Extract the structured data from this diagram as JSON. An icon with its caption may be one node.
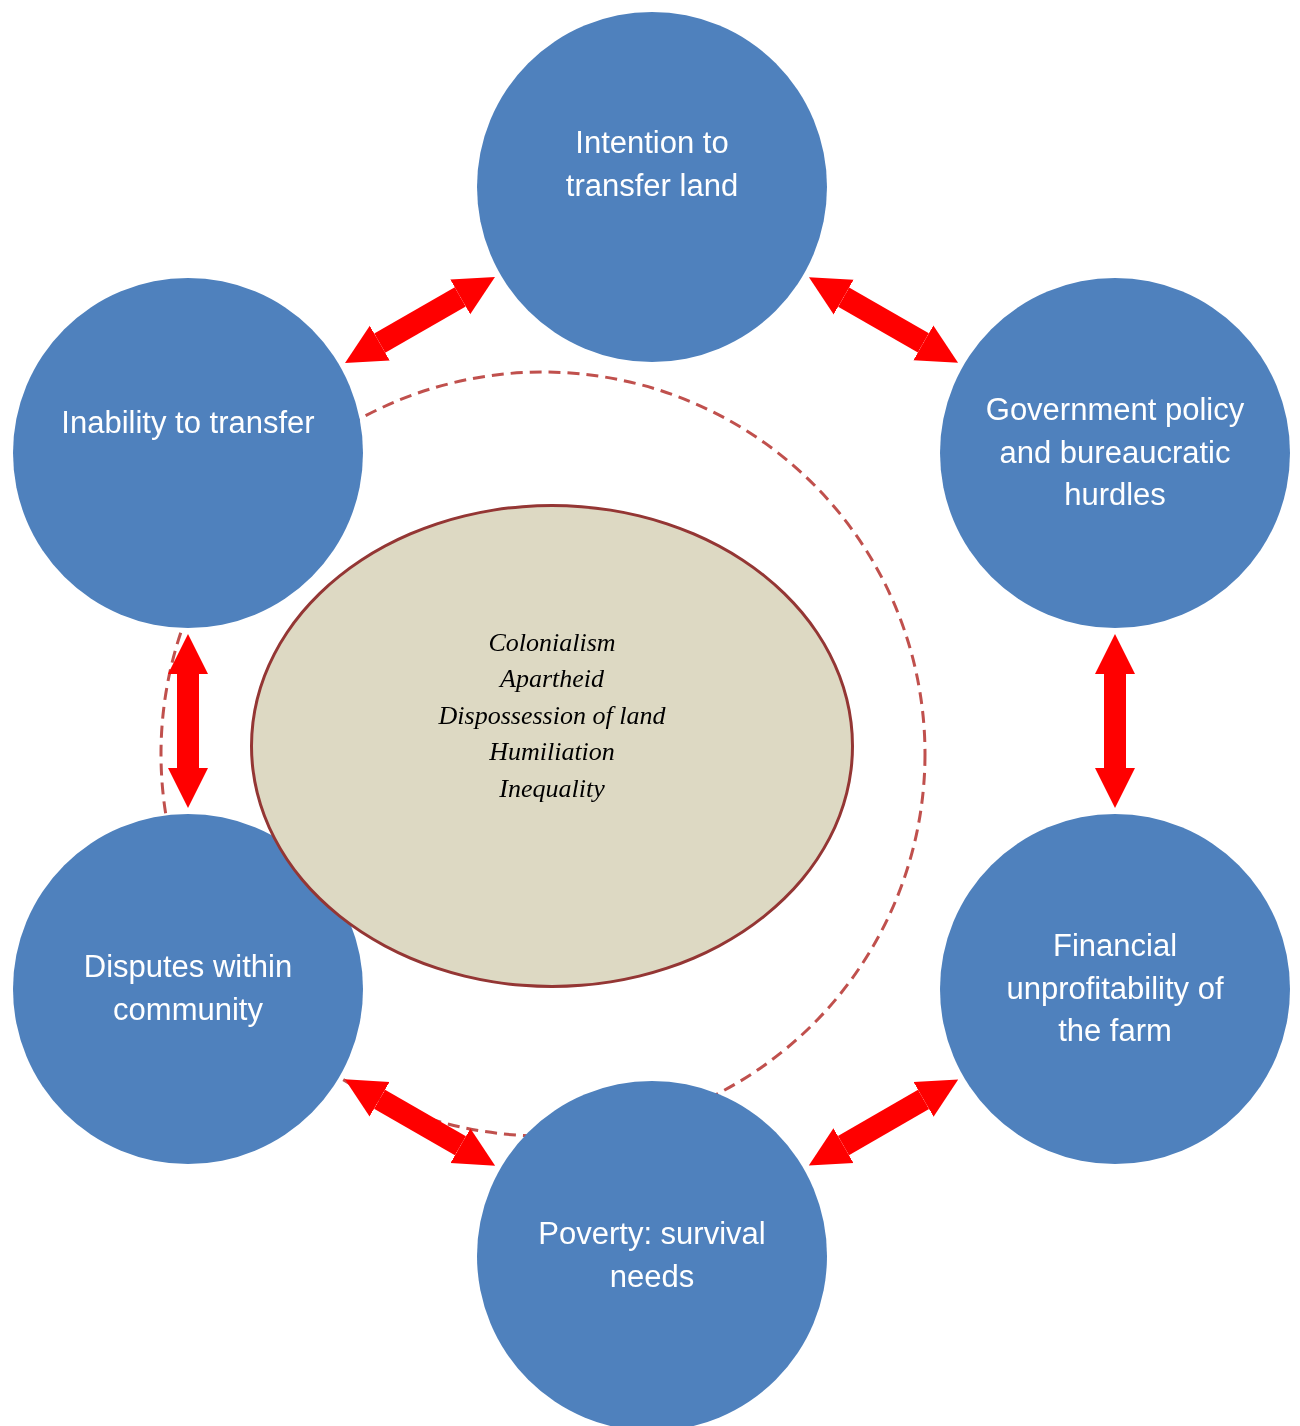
{
  "diagram": {
    "nodes": [
      {
        "text": [
          "Intention to transfer land"
        ]
      },
      {
        "text": [
          "Government policy and bureaucratic hurdles"
        ]
      },
      {
        "text": [
          "Financial unprofitability of the farm"
        ]
      },
      {
        "text": [
          "Poverty: survival needs"
        ]
      },
      {
        "text": [
          "Disputes within community"
        ]
      },
      {
        "text": [
          "Inability to transfer"
        ]
      },
      {
        "text": [
          "Colonialism",
          "Apartheid",
          "Dispossession of land",
          "Humiliation",
          "Inequality"
        ]
      }
    ],
    "edges": [
      {
        "from": 0,
        "to": 1,
        "arrow": "both"
      },
      {
        "from": 1,
        "to": 2,
        "arrow": "both"
      },
      {
        "from": 2,
        "to": 3,
        "arrow": "both"
      },
      {
        "from": 3,
        "to": 4,
        "arrow": "both"
      },
      {
        "from": 4,
        "to": 5,
        "arrow": "both"
      },
      {
        "from": 5,
        "to": 0,
        "arrow": "both"
      }
    ]
  }
}
